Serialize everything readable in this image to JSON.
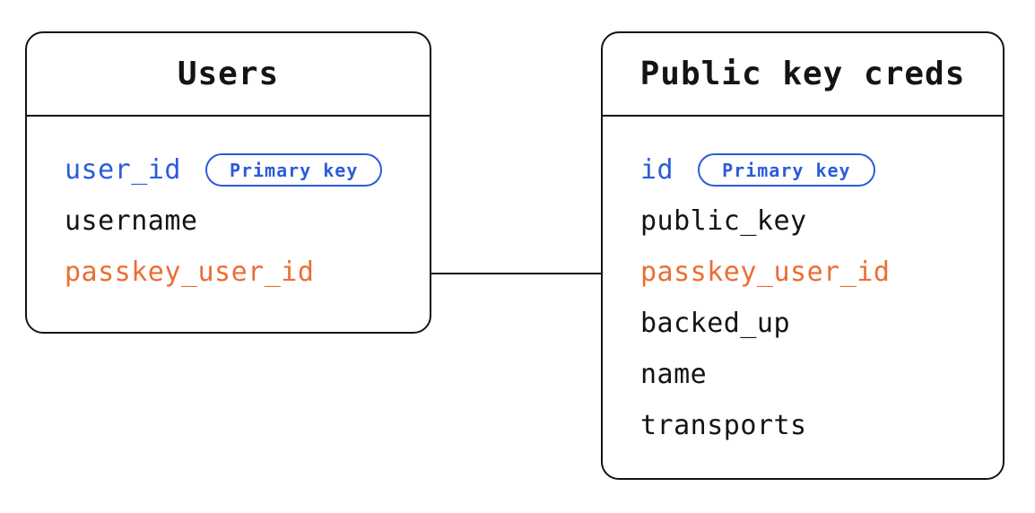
{
  "diagram": {
    "type": "entity-relationship",
    "tables": [
      {
        "title": "Users",
        "fields": [
          {
            "name": "user_id",
            "badge": "Primary key",
            "highlight": "blue"
          },
          {
            "name": "username",
            "highlight": "none"
          },
          {
            "name": "passkey_user_id",
            "highlight": "orange"
          }
        ]
      },
      {
        "title": "Public key creds",
        "fields": [
          {
            "name": "id",
            "badge": "Primary key",
            "highlight": "blue"
          },
          {
            "name": "public_key",
            "highlight": "none"
          },
          {
            "name": "passkey_user_id",
            "highlight": "orange"
          },
          {
            "name": "backed_up",
            "highlight": "none"
          },
          {
            "name": "name",
            "highlight": "none"
          },
          {
            "name": "transports",
            "highlight": "none"
          }
        ]
      }
    ],
    "relations": [
      {
        "from": "Users.passkey_user_id",
        "to": "Public key creds.passkey_user_id",
        "style": "straight-horizontal-line"
      }
    ],
    "colors": {
      "primary_key_blue": "#2b5cd9",
      "linked_field_orange": "#eb6e33",
      "line_and_text_black": "#141414",
      "background": "#ffffff"
    }
  }
}
